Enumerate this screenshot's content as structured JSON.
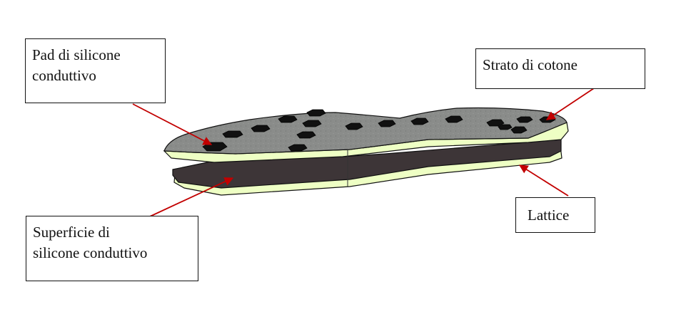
{
  "labels": {
    "pad": {
      "lines": [
        "Pad di silicone",
        "conduttivo"
      ]
    },
    "cotton": {
      "lines": [
        "Strato di cotone"
      ]
    },
    "latex": {
      "lines": [
        "Lattice"
      ]
    },
    "surface": {
      "lines": [
        "Superficie di",
        "silicone conduttivo"
      ]
    }
  },
  "colors": {
    "latex_layer": "#eeffc4",
    "silicone_layer": "#3d3537",
    "cotton_top": "#8a8c8a",
    "pads": "#111111",
    "arrows": "#c20000",
    "outline": "#111111"
  }
}
